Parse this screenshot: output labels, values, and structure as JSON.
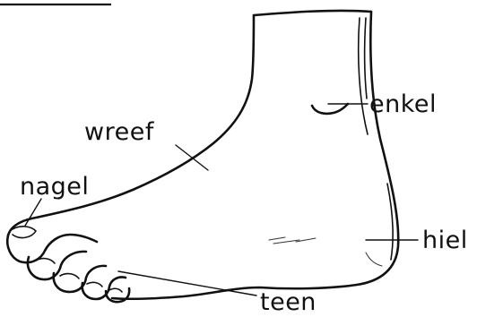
{
  "labels": {
    "ankle": "enkel",
    "instep": "wreef",
    "nail": "nagel",
    "heel": "hiel",
    "toes": "teen"
  }
}
